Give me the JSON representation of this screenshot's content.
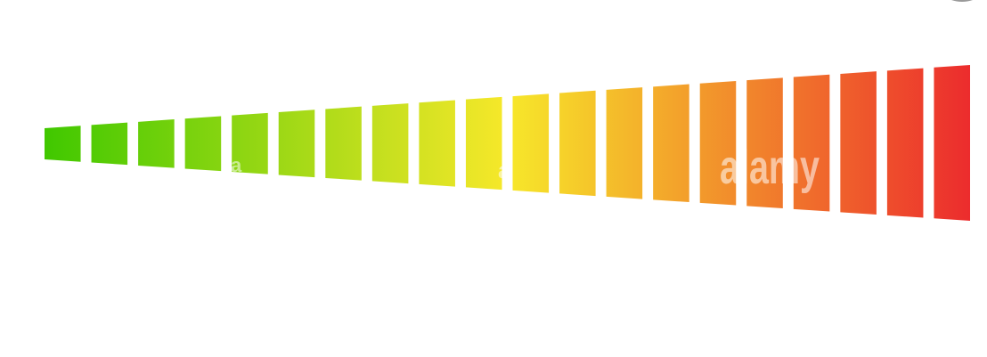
{
  "graphic": {
    "kind": "tapered level meter",
    "segment_count": 20,
    "color_start": "#40c800",
    "color_mid": "#f7e82a",
    "color_end": "#ec2c2d"
  },
  "watermark": {
    "text": "alamy",
    "fragment_left": "a",
    "fragment_mid": "a",
    "color": "#ffffff"
  },
  "corner_mark": {
    "color": "#9a9a9a"
  }
}
